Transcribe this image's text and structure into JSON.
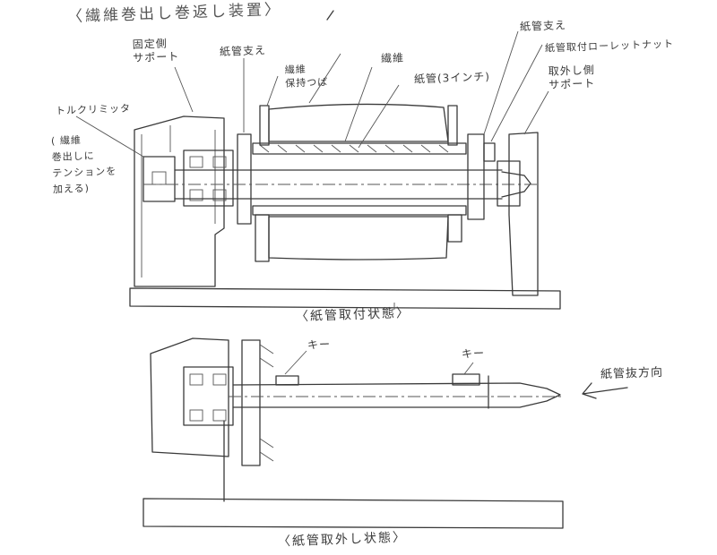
{
  "title": "〈繊維巻出し巻返し装置〉",
  "labels": {
    "fixed_support": "固定側\nサポート",
    "tube_holder_left": "紙管支え",
    "fiber_flange": "繊維\n保持つば",
    "fiber": "繊維",
    "paper_tube": "紙管(3インチ)",
    "tube_holder_right": "紙管支え",
    "knurled_nut": "紙管取付ローレットナット",
    "removable_support": "取外し側\nサポート",
    "torque_limiter": "トルクリミッタ",
    "torque_note": "( 繊維\n巻出しに\nテンションを\n加える)",
    "key_left": "キー",
    "key_right": "キー",
    "pull_direction": "紙管抜方向"
  },
  "captions": {
    "attached": "〈紙管取付状態〉",
    "removed": "〈紙管取外し状態〉"
  }
}
